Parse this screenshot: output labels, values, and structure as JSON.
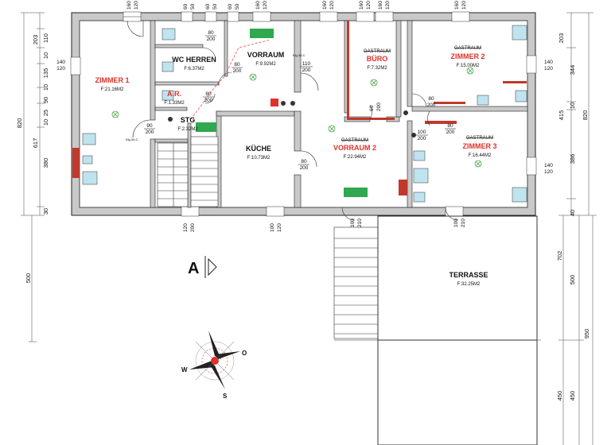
{
  "rooms": {
    "zimmer1": {
      "name": "ZIMMER 1",
      "area": "F:21.16M2"
    },
    "wc_herren": {
      "name": "WC HERREN",
      "area": "F:6.37M2"
    },
    "vorraum": {
      "name": "VORRAUM",
      "area": "F:9.92M2"
    },
    "an": {
      "name": "A.R.",
      "area": "F:1.33M2"
    },
    "stg": {
      "name": "STG",
      "area": "F:2.32M2"
    },
    "kueche": {
      "name": "KÜCHE",
      "area": "F:10.73M2"
    },
    "buero": {
      "old": "GASTRAUM",
      "name": "BÜRO",
      "area": "F:7.32M2"
    },
    "zimmer2": {
      "old": "GASTRAUM",
      "name": "ZIMMER 2",
      "area": "F:15.00M2"
    },
    "vorraum2": {
      "old": "GASTRAUM",
      "name": "VORRAUM 2",
      "area": "F:22.94M2"
    },
    "zimmer3": {
      "old": "GASTRAUM",
      "name": "ZIMMER 3",
      "area": "F:16.44M2"
    },
    "terrasse": {
      "name": "TERRASSE",
      "area": "F:32.25M2"
    }
  },
  "section_marker": "A",
  "compass": {
    "n": "",
    "o": "O",
    "s": "S",
    "w": "W"
  },
  "doors": {
    "d80_200": [
      "80",
      "200"
    ],
    "d110_200": [
      "110",
      "200"
    ],
    "d90_200": [
      "90",
      "200"
    ],
    "d100_200": [
      "100",
      "200"
    ],
    "d100_210": [
      "100",
      "210"
    ],
    "d120_200": [
      "120",
      "200"
    ],
    "d60_200": [
      "60",
      "200"
    ]
  },
  "left_dims": {
    "outer": "820",
    "inner": [
      "203",
      "110",
      "10",
      "135",
      "10",
      "90",
      "25",
      "10",
      "617",
      "380",
      "30"
    ],
    "lower": [
      "500"
    ]
  },
  "right_dims": {
    "outer": "820",
    "inner": [
      "203",
      "344",
      "10",
      "415",
      "386",
      "40"
    ],
    "lower": [
      "702",
      "500",
      "950",
      "450",
      "450"
    ]
  },
  "window_labels": {
    "w140_120": [
      "140",
      "120"
    ],
    "w60_50": [
      "60",
      "50"
    ],
    "w160_120": [
      "160",
      "120"
    ],
    "w120_200": [
      "120",
      "200"
    ],
    "w100_120": [
      "100",
      "120"
    ]
  },
  "misc": {
    "elec": "Elg.30-C",
    "elec2": "Elg.30-C"
  }
}
